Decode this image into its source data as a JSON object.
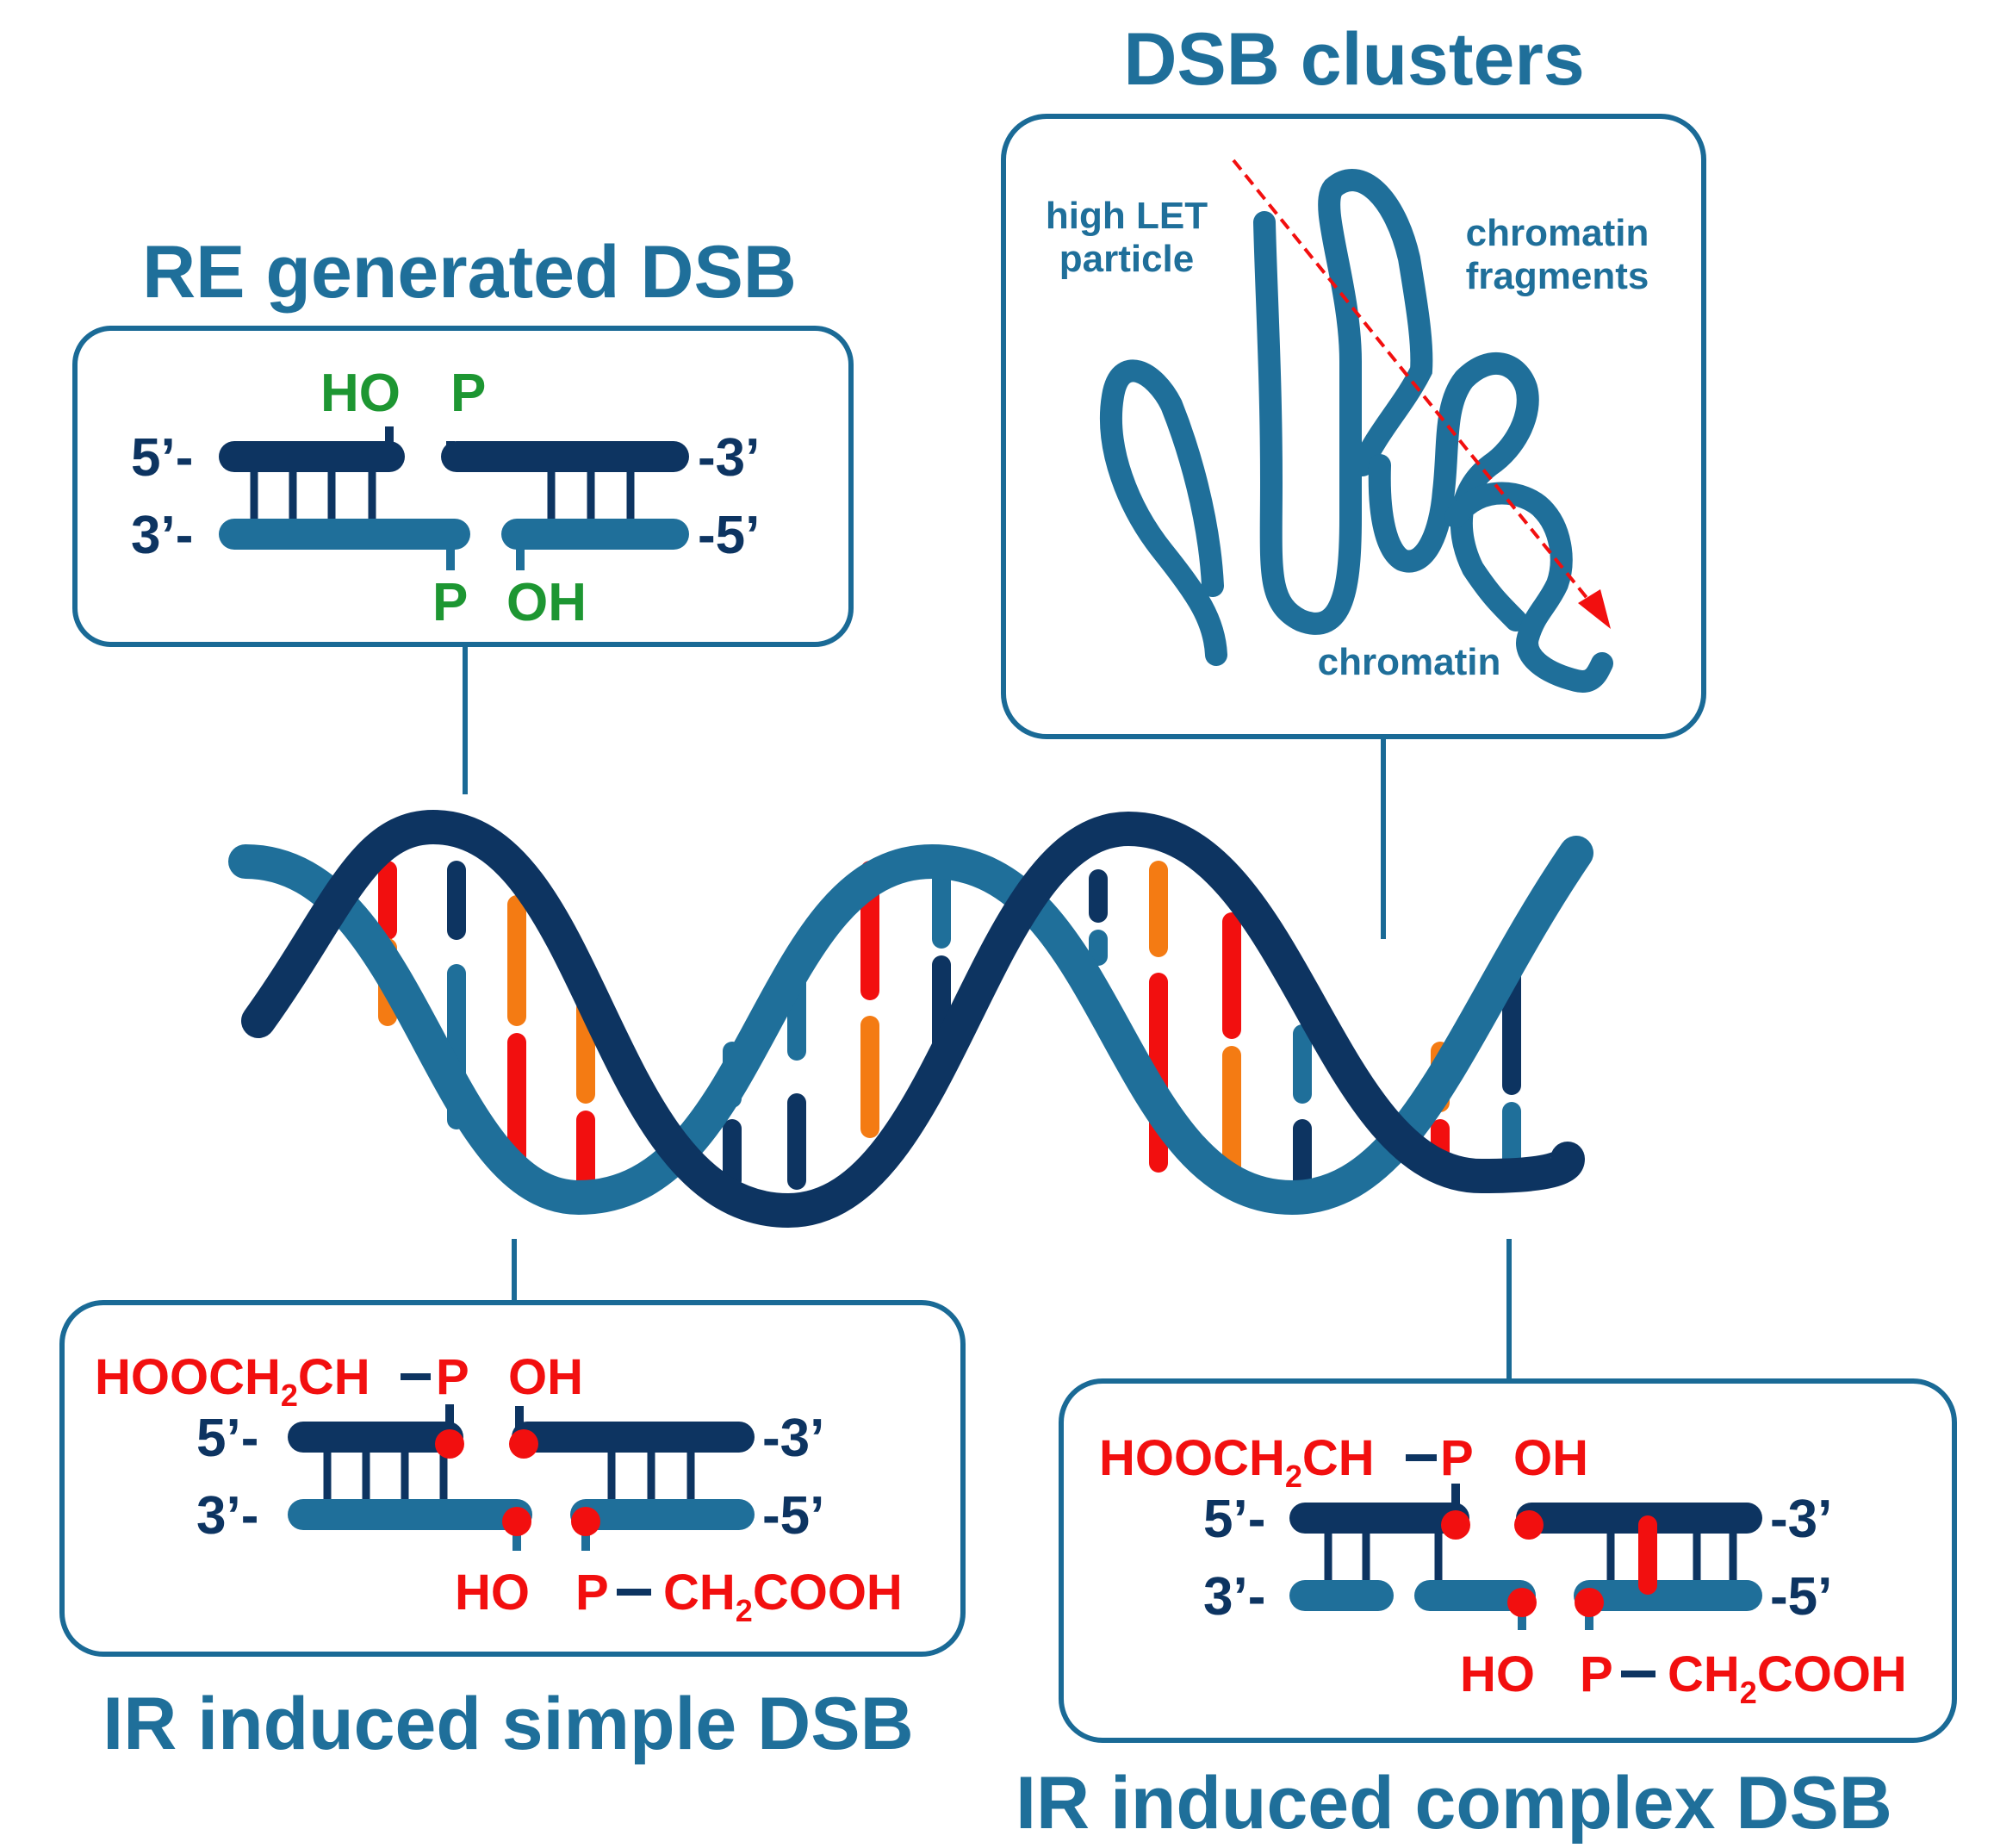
{
  "colors": {
    "dark_strand": "#0d3461",
    "light_strand": "#1f6f9a",
    "box_border": "#1a6a96",
    "damage_red": "#f20f0f",
    "damage_orange": "#f47b13",
    "end_green": "#1d9632"
  },
  "titles": {
    "re_dsb": "RE generated DSB",
    "clusters": "DSB clusters",
    "simple_dsb": "IR induced simple DSB",
    "complex_dsb": "IR induced complex DSB"
  },
  "re_box": {
    "left_top": "5’-",
    "left_bottom": "3’-",
    "right_top": "-3’",
    "right_bottom": "-5’",
    "top_left_end": "HO",
    "top_right_end": "P",
    "bottom_left_end": "P",
    "bottom_right_end": "OH"
  },
  "cluster_box": {
    "particle_line1": "high LET",
    "particle_line2": "particle",
    "fragments_line1": "chromatin",
    "fragments_line2": "fragments",
    "chromatin": "chromatin"
  },
  "simple_box": {
    "left_top": "5’-",
    "left_bottom": "3’-",
    "right_top": "-3’",
    "right_bottom": "-5’",
    "top_group_prefix": "HOOCH",
    "top_group_sub": "2",
    "top_group_suffix": "CH",
    "top_group_p": "P",
    "top_right_end": "OH",
    "bottom_left_end": "HO",
    "bottom_group_p": "P",
    "bottom_group_prefix": "CH",
    "bottom_group_sub": "2",
    "bottom_group_suffix": "COOH"
  },
  "complex_box": {
    "left_top": "5’-",
    "left_bottom": "3’-",
    "right_top": "-3’",
    "right_bottom": "-5’",
    "top_group_prefix": "HOOCH",
    "top_group_sub": "2",
    "top_group_suffix": "CH",
    "top_group_p": "P",
    "top_right_end": "OH",
    "bottom_left_end": "HO",
    "bottom_group_p": "P",
    "bottom_group_prefix": "CH",
    "bottom_group_sub": "2",
    "bottom_group_suffix": "COOH"
  }
}
